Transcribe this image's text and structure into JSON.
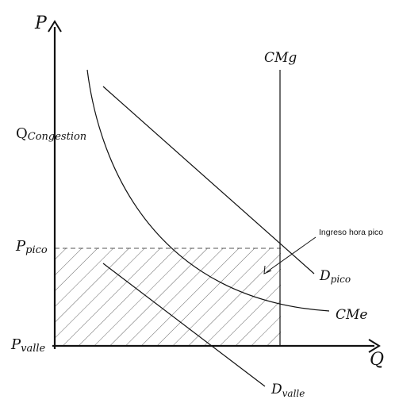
{
  "axes": {
    "y_label": "P",
    "x_label": "Q"
  },
  "labels": {
    "q_congestion_main": "Q",
    "q_congestion_sub": "Congestion",
    "p_pico_main": "P",
    "p_pico_sub": "pico",
    "p_valle_main": "P",
    "p_valle_sub": "valle",
    "cmg": "CMg",
    "cme": "CMe",
    "d_pico_main": "D",
    "d_pico_sub": "pico",
    "d_valle_main": "D",
    "d_valle_sub": "valle",
    "annotation": "Ingreso hora pico"
  },
  "colors": {
    "ink": "#111111",
    "hatch": "#555555",
    "dashed": "#555555"
  }
}
